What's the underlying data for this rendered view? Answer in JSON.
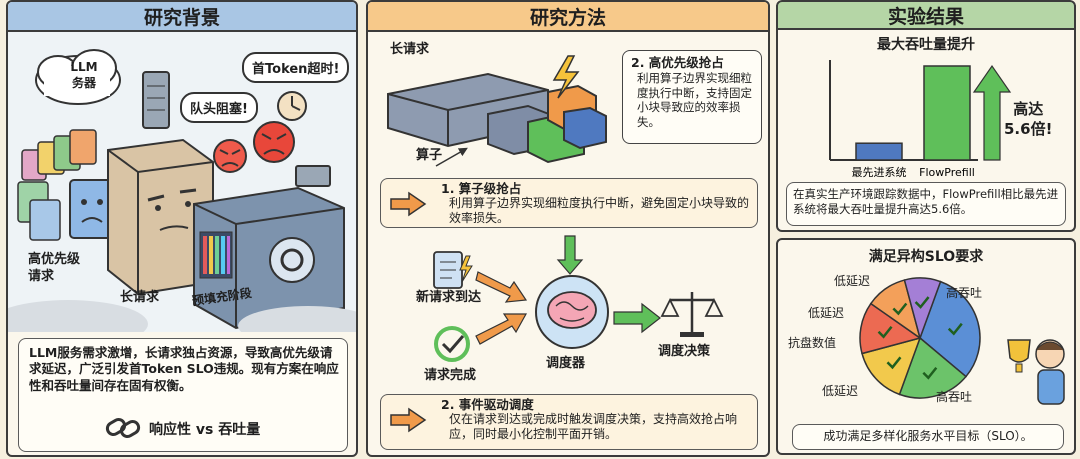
{
  "background": {
    "title": "研究背景",
    "llm_server": "LLM\n务器",
    "bubble_first_token": "首Token超时!",
    "bubble_hol": "队头阻塞!",
    "label_high_priority": "高优先级\n请求",
    "label_long_request": "长请求",
    "label_prefill": "预填充阶段",
    "description": "LLM服务需求激增，长请求独占资源，导致高优先级请求延迟，广泛引发首Token SLO违规。现有方案在响应性和吞吐量间存在固有权衡。",
    "tradeoff": "响应性 vs 吞吐量"
  },
  "method": {
    "title": "研究方法",
    "label_long_request": "长请求",
    "label_operator": "算子",
    "callout_title": "2. 高优先级抢占",
    "callout_text": "利用算子边界实现细粒度执行中断，支持固定小块导致应的效率损失。",
    "point1_title": "1. 算子级抢占",
    "point1_text": "利用算子边界实现细粒度执行中断，避免固定小块导致的效率损失。",
    "new_request": "新请求到达",
    "request_done": "请求完成",
    "scheduler": "调度器",
    "decision": "调度决策",
    "point2_title": "2. 事件驱动调度",
    "point2_text": "仅在请求到达或完成时触发调度决策，支持高效抢占响应，同时最小化控制平面开销。"
  },
  "results": {
    "title": "实验结果",
    "chart_data": {
      "type": "bar",
      "title": "最大吞吐量提升",
      "categories": [
        "最先进系统",
        "FlowPrefill"
      ],
      "values": [
        1,
        5.6
      ],
      "annotation": "高达\n5.6倍!",
      "colors": [
        "#4f79c0",
        "#5fbf5a"
      ]
    },
    "chart_caption": "在真实生产环境跟踪数据中，FlowPrefill相比最先进系统将最大吞吐量提升高达5.6倍。",
    "slo_title": "满足异构SLO要求",
    "pie_labels": [
      "高吞吐",
      "高吞吐",
      "低延迟",
      "抗盘数值",
      "低延迟",
      "低延迟"
    ],
    "slo_caption": "成功满足多样化服务水平目标（SLO）。"
  }
}
